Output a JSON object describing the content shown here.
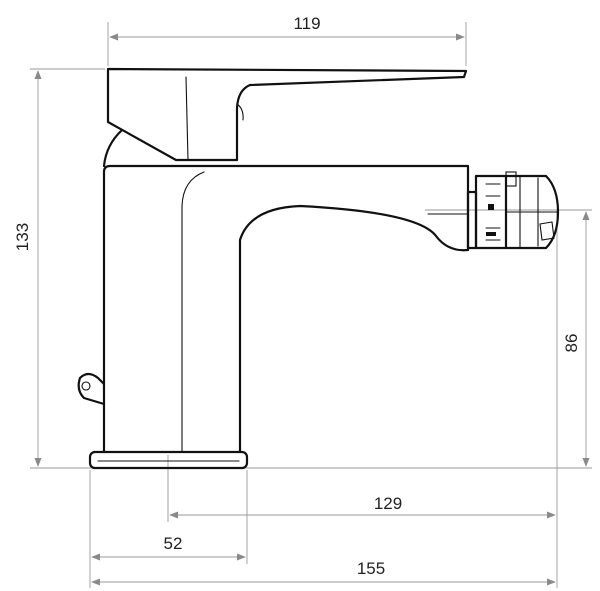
{
  "dimensions": {
    "width_top": "119",
    "height_total": "133",
    "height_spout": "86",
    "spout_reach": "129",
    "base_diameter": "52",
    "total_length": "155"
  }
}
